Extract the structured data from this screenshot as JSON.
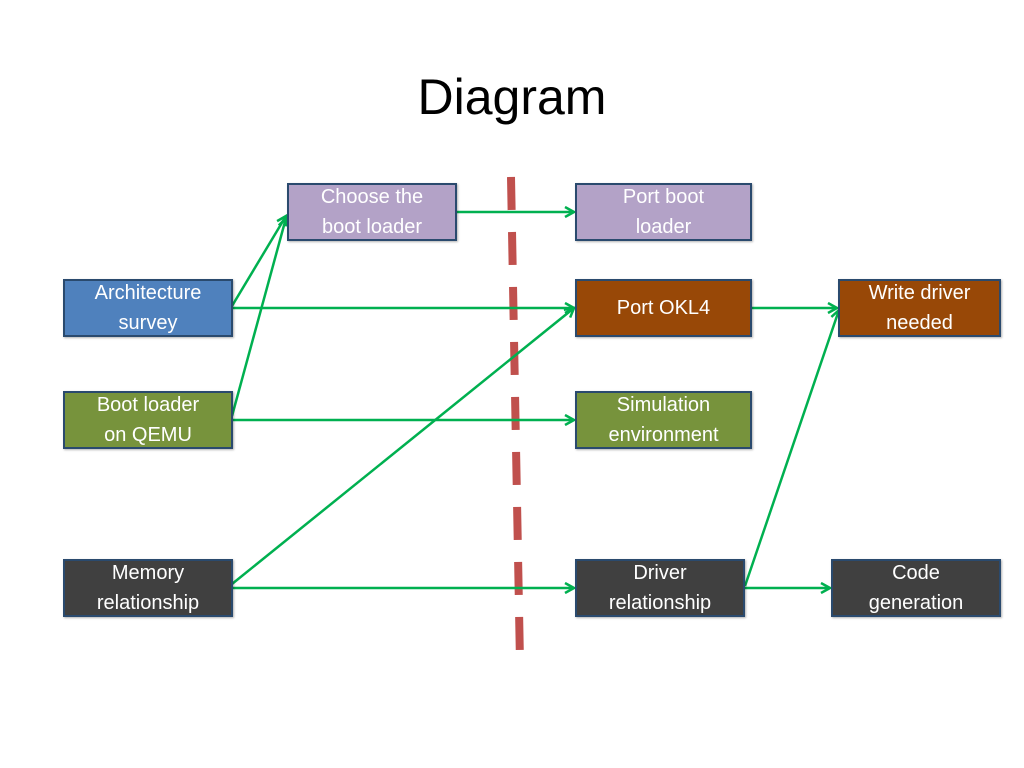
{
  "title": "Diagram",
  "colors": {
    "purple": "#b3a2c7",
    "blue": "#4f81bd",
    "orange": "#984807",
    "green": "#77933c",
    "dark": "#404040",
    "arrow": "#00b050",
    "divider": "#c0504d"
  },
  "nodes": {
    "choose_boot_loader": {
      "line1": "Choose the",
      "line2": "boot loader"
    },
    "port_boot_loader": {
      "line1": "Port boot",
      "line2": "loader"
    },
    "architecture_survey": {
      "line1": "Architecture",
      "line2": "survey"
    },
    "port_okl4": {
      "line1": "Port OKL4"
    },
    "write_driver_needed": {
      "line1": "Write driver",
      "line2": "needed"
    },
    "boot_loader_qemu": {
      "line1": "Boot loader",
      "line2": "on QEMU"
    },
    "simulation_environment": {
      "line1": "Simulation",
      "line2": "environment"
    },
    "memory_relationship": {
      "line1": "Memory",
      "line2": "relationship"
    },
    "driver_relationship": {
      "line1": "Driver",
      "line2": "relationship"
    },
    "code_generation": {
      "line1": "Code",
      "line2": "generation"
    }
  },
  "edges": [
    {
      "from": "Choose the boot loader",
      "to": "Port boot loader"
    },
    {
      "from": "Architecture survey",
      "to": "Choose the boot loader"
    },
    {
      "from": "Architecture survey",
      "to": "Port OKL4"
    },
    {
      "from": "Boot loader on QEMU",
      "to": "Choose the boot loader"
    },
    {
      "from": "Boot loader on QEMU",
      "to": "Simulation environment"
    },
    {
      "from": "Memory relationship",
      "to": "Port OKL4"
    },
    {
      "from": "Memory relationship",
      "to": "Driver relationship"
    },
    {
      "from": "Port OKL4",
      "to": "Write driver needed"
    },
    {
      "from": "Driver relationship",
      "to": "Write driver needed"
    },
    {
      "from": "Driver relationship",
      "to": "Code generation"
    }
  ]
}
